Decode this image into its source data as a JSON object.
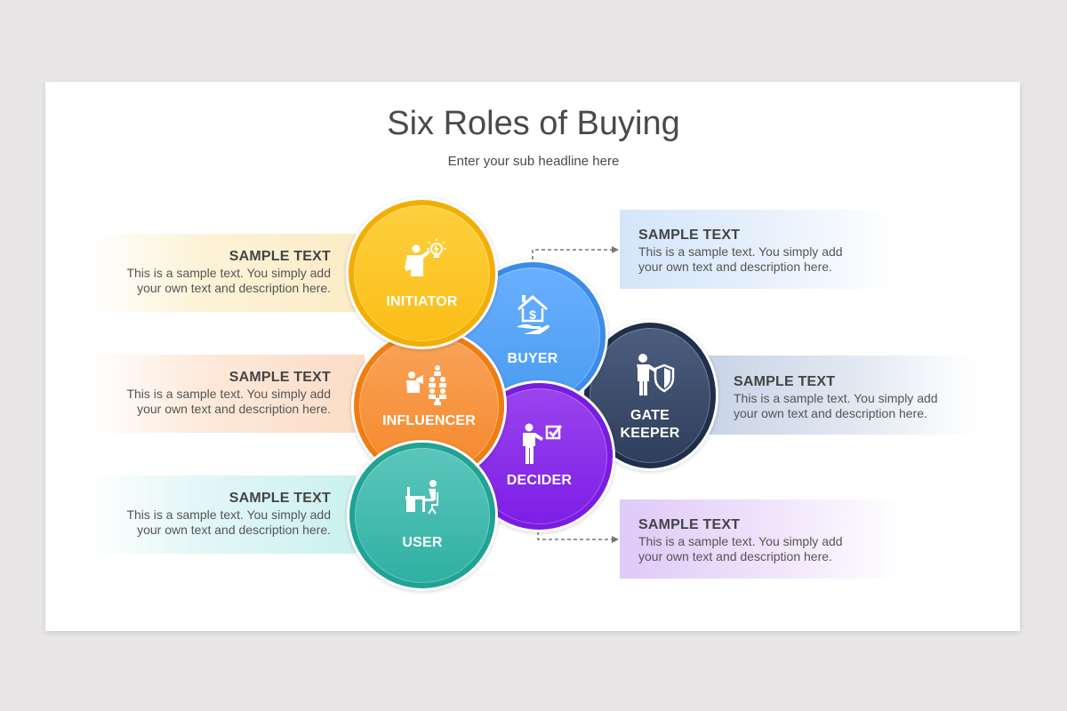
{
  "background_color": "#e8e6e7",
  "slide": {
    "title": "Six Roles of Buying",
    "subtitle": "Enter your sub headline here"
  },
  "roles": [
    {
      "id": "initiator",
      "label": "INITIATOR",
      "icon": "person-lightbulb-icon",
      "color": "#fbbf1e",
      "ring": "#f2ae05"
    },
    {
      "id": "buyer",
      "label": "BUYER",
      "icon": "house-dollar-hand-icon",
      "color": "#4a9cf0",
      "ring": "#3a8ce8"
    },
    {
      "id": "gatekeeper",
      "label_line1": "GATE",
      "label_line2": "KEEPER",
      "icon": "person-shield-icon",
      "color": "#33425f",
      "ring": "#1f2e4a"
    },
    {
      "id": "influencer",
      "label": "INFLUENCER",
      "icon": "person-megaphone-audience-icon",
      "color": "#f68d2e",
      "ring": "#ef7d12"
    },
    {
      "id": "decider",
      "label": "DECIDER",
      "icon": "person-checkbox-icon",
      "color": "#8a2be2",
      "ring": "#7a1ce0"
    },
    {
      "id": "user",
      "label": "USER",
      "icon": "person-at-desk-icon",
      "color": "#2fb5a6",
      "ring": "#1ea394"
    }
  ],
  "text_boxes": [
    {
      "position": "left-top",
      "heading": "SAMPLE TEXT",
      "line1": "This is a sample text. You simply add",
      "line2": "your own text and description here.",
      "tint": "#fdefc8"
    },
    {
      "position": "left-middle",
      "heading": "SAMPLE TEXT",
      "line1": "This is a sample text. You simply add",
      "line2": "your own text and description here.",
      "tint": "#fbdcc4"
    },
    {
      "position": "left-bottom",
      "heading": "SAMPLE TEXT",
      "line1": "This is a sample text. You simply add",
      "line2": "your own text and description here.",
      "tint": "#cdf2f0"
    },
    {
      "position": "right-top",
      "heading": "SAMPLE TEXT",
      "line1": "This is a sample text. You simply add",
      "line2": "your own text and description here.",
      "tint": "#d6e7fb"
    },
    {
      "position": "right-middle",
      "heading": "SAMPLE TEXT",
      "line1": "This is a sample text. You simply add",
      "line2": "your own text and description here.",
      "tint": "#c9d4e6"
    },
    {
      "position": "right-bottom",
      "heading": "SAMPLE TEXT",
      "line1": "This is a sample text. You simply add",
      "line2": "your own text and description here.",
      "tint": "#e3cffa"
    }
  ]
}
